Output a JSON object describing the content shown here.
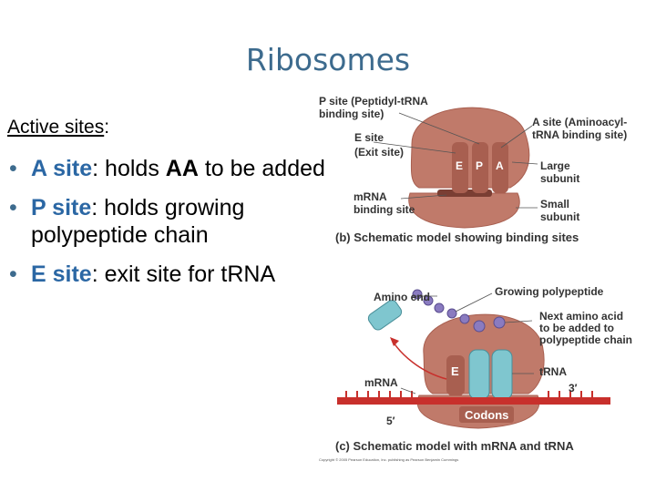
{
  "slide": {
    "title": "Ribosomes",
    "active_heading": "Active sites",
    "active_colon": ":",
    "bullets": [
      {
        "site": "A site",
        "colon": ":",
        "rest1": " holds ",
        "bold": "AA",
        "rest2": " to be added"
      },
      {
        "site": "P site",
        "colon": ":",
        "rest1": " holds growing polypeptide chain",
        "bold": "",
        "rest2": ""
      },
      {
        "site": "E site",
        "colon": ":",
        "rest1": " exit site for tRNA",
        "bold": "",
        "rest2": ""
      }
    ]
  },
  "figure_b": {
    "p_site_label_1": "P site (Peptidyl-tRNA",
    "p_site_label_2": "binding site)",
    "e_site_label_1": "E site",
    "e_site_label_2": "(Exit site)",
    "a_site_label_1": "A site (Aminoacyl-",
    "a_site_label_2": "tRNA binding site)",
    "large_subunit_1": "Large",
    "large_subunit_2": "subunit",
    "mrna_site_1": "mRNA",
    "mrna_site_2": "binding site",
    "small_subunit_1": "Small",
    "small_subunit_2": "subunit",
    "slot_e": "E",
    "slot_p": "P",
    "slot_a": "A",
    "caption": "(b) Schematic model showing binding sites"
  },
  "figure_c": {
    "amino_end": "Amino end",
    "growing_polypeptide": "Growing polypeptide",
    "next_aa_1": "Next amino acid",
    "next_aa_2": "to be added to",
    "next_aa_3": "polypeptide chain",
    "mrna": "mRNA",
    "trna": "tRNA",
    "e_label": "E",
    "three_prime": "3′",
    "five_prime": "5′",
    "codons": "Codons",
    "caption": "(c) Schematic model with mRNA and tRNA",
    "copyright": "Copyright © 2005 Pearson Education, Inc. publishing as Pearson Benjamin Cummings"
  },
  "colors": {
    "title": "#3d6b8e",
    "bullet_key": "#2b67a4",
    "ribosome": "#c07a6a",
    "ribosome_dark": "#a85f50",
    "trna": "#7fc6cf",
    "mrna": "#c8302c",
    "polypeptide": "#8a7bc0"
  }
}
